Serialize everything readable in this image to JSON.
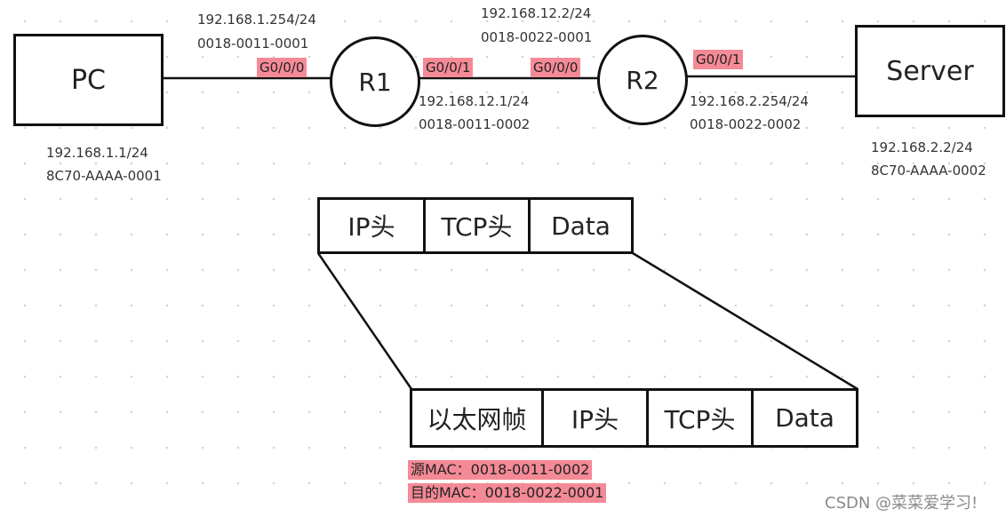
{
  "devices": {
    "pc": {
      "label": "PC",
      "ip": "192.168.1.1/24",
      "mac": "8C70-AAAA-0001"
    },
    "r1": {
      "label": "R1"
    },
    "r2": {
      "label": "R2"
    },
    "server": {
      "label": "Server",
      "ip": "192.168.2.2/24",
      "mac": "8C70-AAAA-0002"
    }
  },
  "interfaces": {
    "r1_g000": {
      "port": "G0/0/0",
      "ip": "192.168.1.254/24",
      "mac": "0018-0011-0001"
    },
    "r1_g001": {
      "port": "G0/0/1",
      "ip": "192.168.12.1/24",
      "mac": "0018-0011-0002"
    },
    "r2_g000": {
      "port": "G0/0/0",
      "ip": "192.168.12.2/24",
      "mac": "0018-0022-0001"
    },
    "r2_g001": {
      "port": "G0/0/1",
      "ip": "192.168.2.254/24",
      "mac": "0018-0022-0002"
    }
  },
  "packet": {
    "cells": [
      "IP头",
      "TCP头",
      "Data"
    ]
  },
  "frame": {
    "cells": [
      "以太网帧",
      "IP头",
      "TCP头",
      "Data"
    ],
    "src_mac": "源MAC：0018-0011-0002",
    "dst_mac": "目的MAC：0018-0022-0001"
  },
  "watermark": "CSDN @菜菜爱学习!"
}
